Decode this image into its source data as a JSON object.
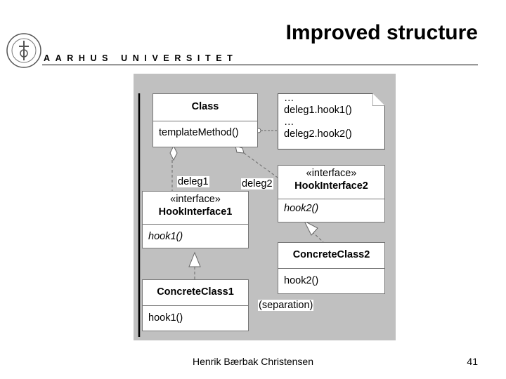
{
  "slide": {
    "title": "Improved structure",
    "university": "AARHUS UNIVERSITET",
    "footer": "Henrik Bærbak Christensen",
    "page_number": "41"
  },
  "diagram": {
    "class_box": {
      "name": "Class",
      "method": "templateMethod()"
    },
    "note": {
      "line1": "…",
      "line2": "deleg1.hook1()",
      "line3": "…",
      "line4": "deleg2.hook2()"
    },
    "hook_interface2": {
      "stereotype": "«interface»",
      "name": "HookInterface2",
      "method": "hook2()"
    },
    "hook_interface1": {
      "stereotype": "«interface»",
      "name": "HookInterface1",
      "method": "hook1()"
    },
    "concrete_class2": {
      "name": "ConcreteClass2",
      "method": "hook2()"
    },
    "concrete_class1": {
      "name": "ConcreteClass1",
      "method": "hook1()"
    },
    "role_deleg1": "deleg1",
    "role_deleg2": "deleg2",
    "separation_label": "(separation)"
  }
}
